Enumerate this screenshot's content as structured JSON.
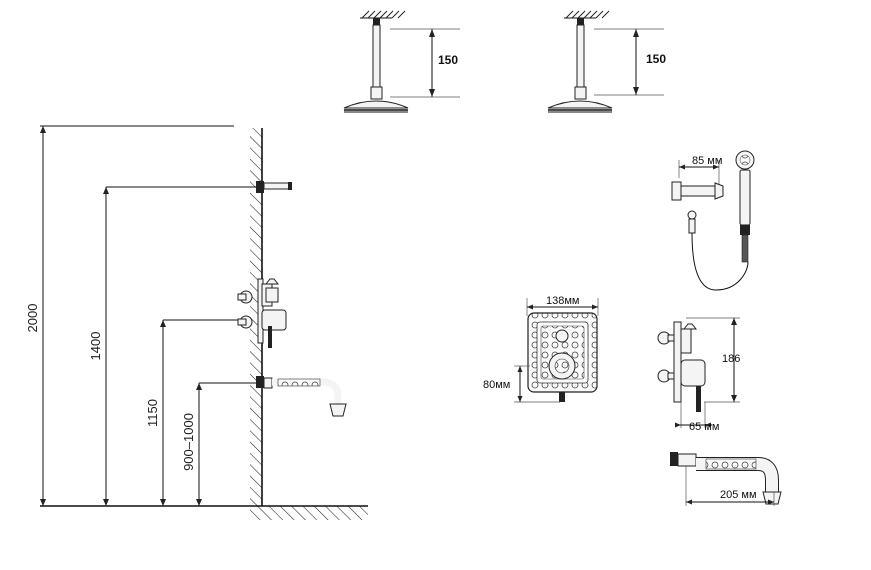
{
  "side_view": {
    "height_total": "2000",
    "height_overhead_arm": "1400",
    "height_mixer": "1150",
    "height_spout": "900–1000"
  },
  "ceiling_mount_left": {
    "length": "150"
  },
  "ceiling_mount_right": {
    "length": "150"
  },
  "hand_shower": {
    "holder_offset": "85 мм"
  },
  "mixer_front": {
    "width": "138мм",
    "height": "80мм"
  },
  "mixer_side": {
    "height": "186",
    "depth": "65 мм"
  },
  "spout": {
    "length": "205 мм"
  }
}
